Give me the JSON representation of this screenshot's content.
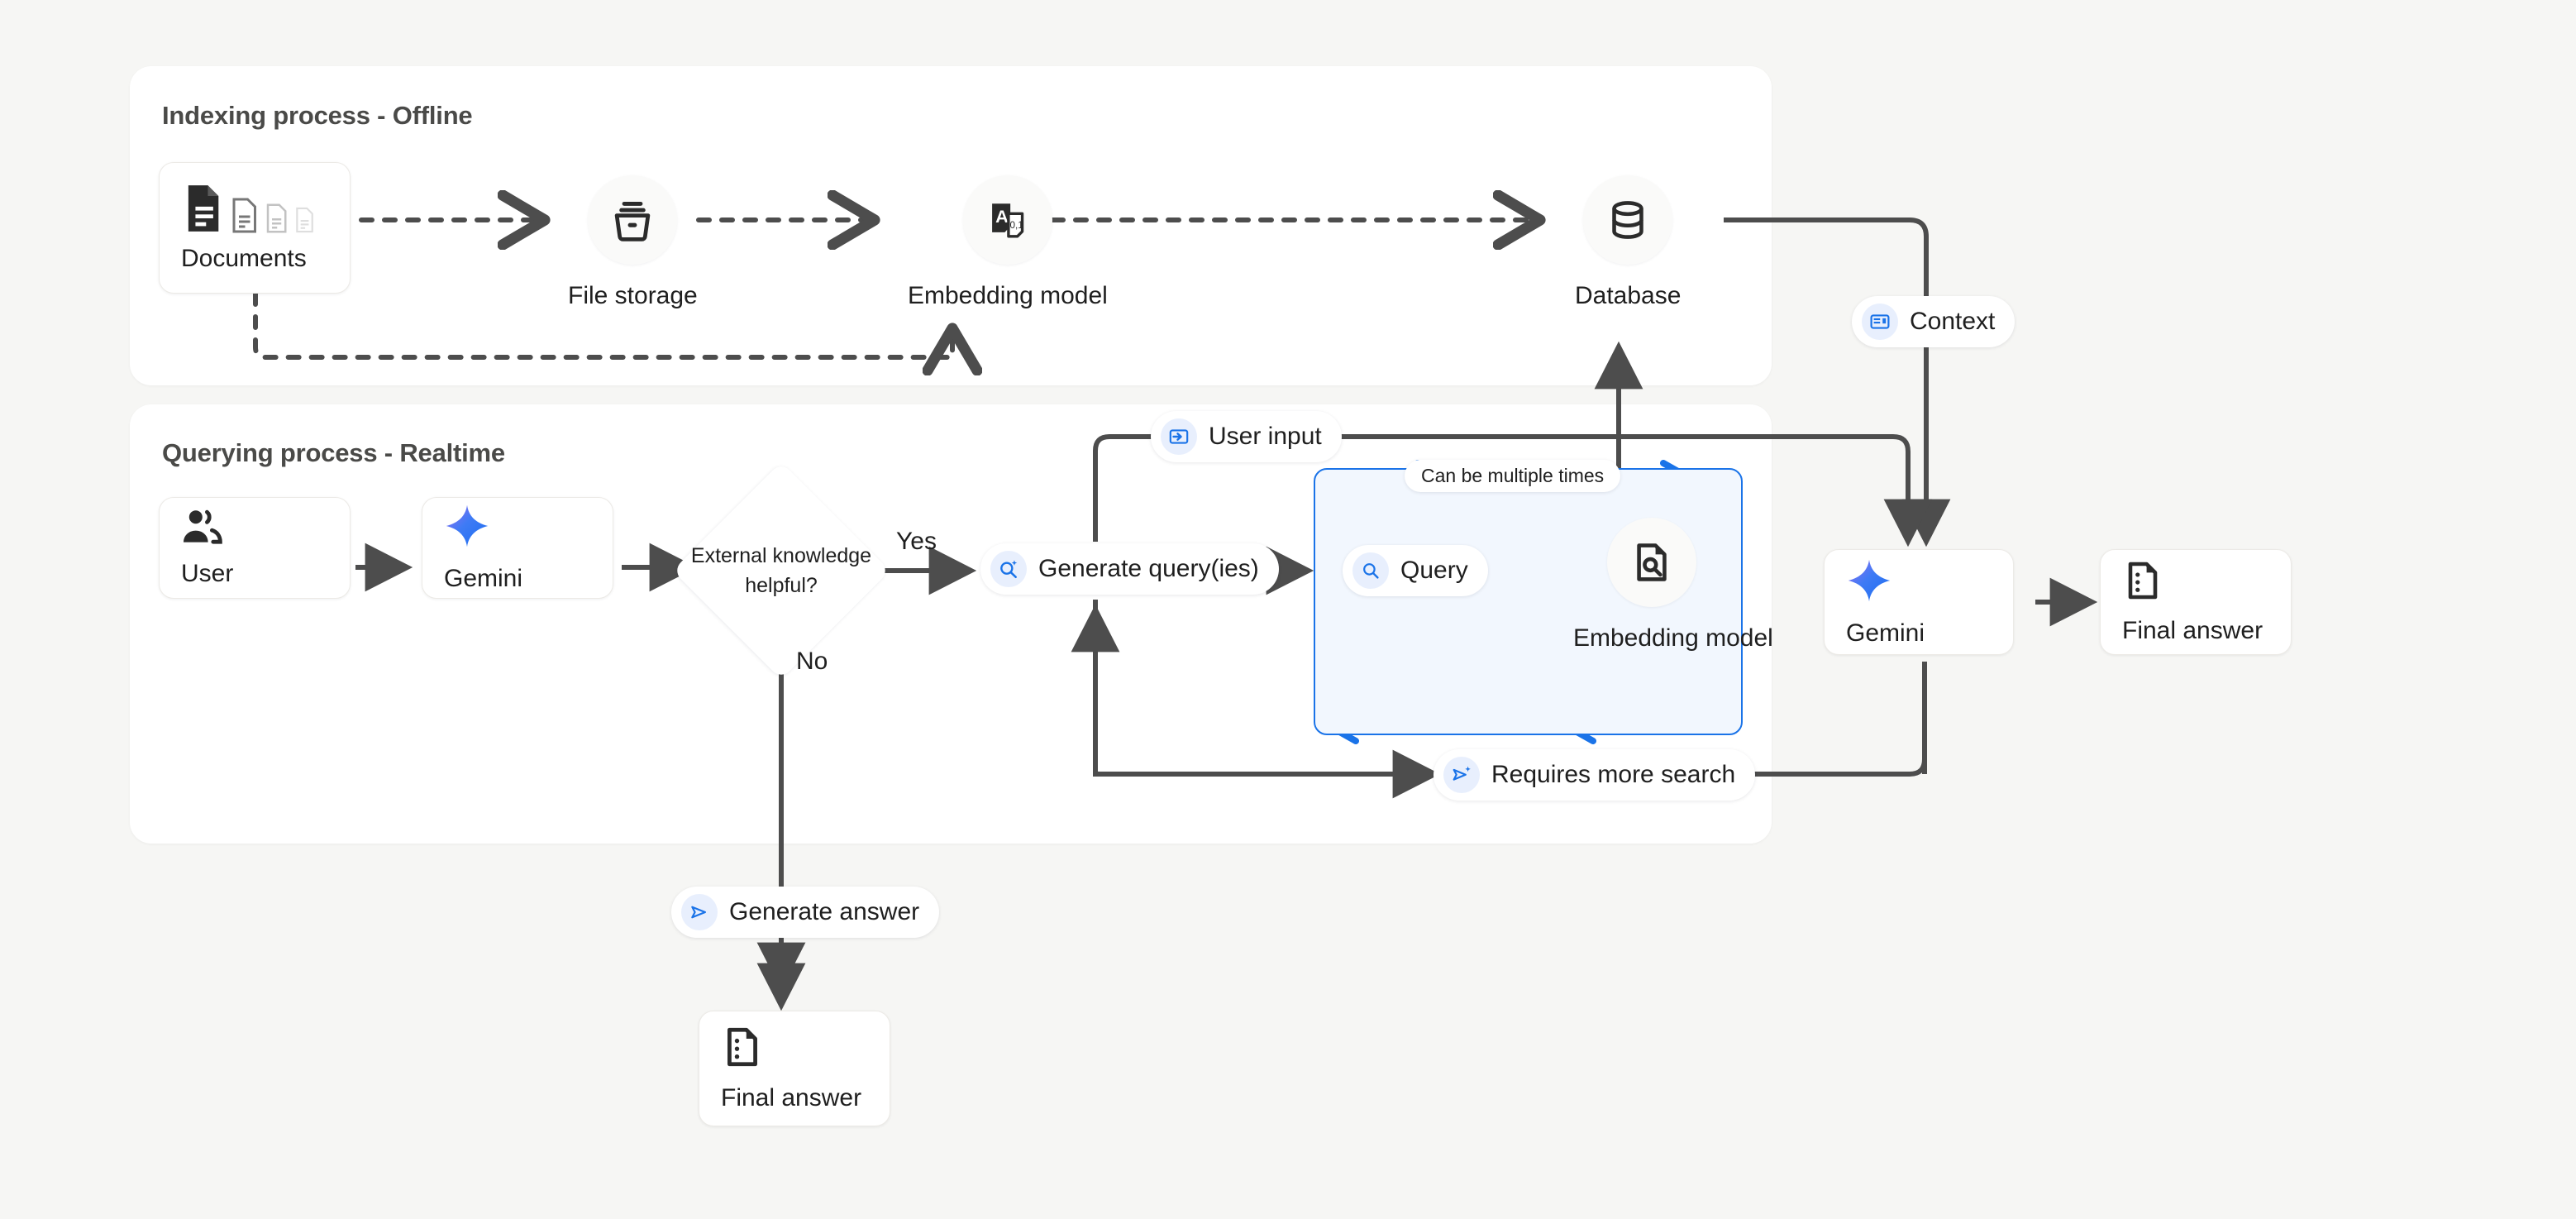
{
  "theme": {
    "page_bg": "#f6f6f4",
    "panel_bg": "#ffffff",
    "accent_blue": "#1a73e8",
    "pill_icon_bg": "#e8effd",
    "edge_gray": "#4d4d4d",
    "text": "#1f1f1f"
  },
  "panels": [
    {
      "title": "Indexing process - Offline"
    },
    {
      "title": "Querying process - Realtime"
    }
  ],
  "indexing": {
    "documents": {
      "label": "Documents",
      "icon": "documents-stack-icon"
    },
    "file_storage": {
      "label": "File storage",
      "icon": "file-storage-icon"
    },
    "embedding_model": {
      "label": "Embedding model",
      "icon": "embedding-model-icon"
    },
    "database": {
      "label": "Database",
      "icon": "database-icon"
    }
  },
  "querying": {
    "user": {
      "label": "User",
      "icon": "user-group-icon"
    },
    "gemini": {
      "label": "Gemini",
      "icon": "gemini-sparkle-icon"
    },
    "decision": {
      "label": "External knowledge helpful?"
    },
    "yes_label": "Yes",
    "no_label": "No",
    "generate_queries": {
      "label": "Generate query(ies)",
      "icon": "search-sparkle-icon"
    },
    "user_input": {
      "label": "User input",
      "icon": "input-arrow-icon"
    },
    "loop_note": {
      "label": "Can be multiple times"
    },
    "query": {
      "label": "Query",
      "icon": "search-icon"
    },
    "loop_embedding_model": {
      "label": "Embedding model",
      "icon": "document-search-icon"
    },
    "requires_more_search": {
      "label": "Requires more search",
      "icon": "send-sparkle-icon"
    },
    "generate_answer": {
      "label": "Generate answer",
      "icon": "send-icon"
    },
    "final_answer_bottom": {
      "label": "Final answer",
      "icon": "answer-doc-icon"
    }
  },
  "output": {
    "context": {
      "label": "Context",
      "icon": "context-panel-icon"
    },
    "gemini": {
      "label": "Gemini",
      "icon": "gemini-sparkle-icon"
    },
    "final_answer": {
      "label": "Final answer",
      "icon": "answer-doc-icon"
    }
  }
}
